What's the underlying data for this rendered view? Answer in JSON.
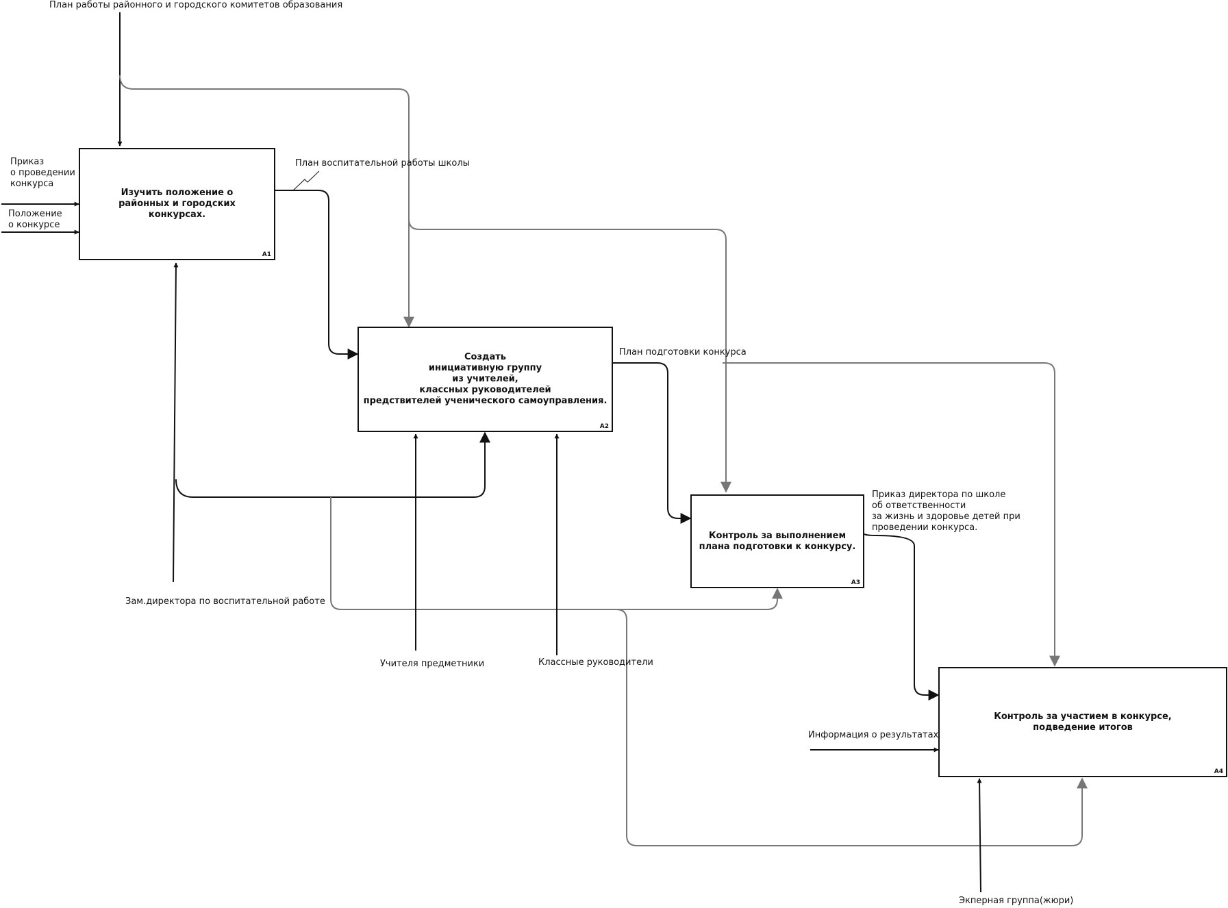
{
  "boxes": [
    {
      "id": "A1",
      "title": "Изучить положение о\nрайонных и городских\nконкурсах.",
      "num": "A1"
    },
    {
      "id": "A2",
      "title": "Создать\nинициативную группу\nиз учителей,\nклассных руководителей\nпредствителей ученического самоуправления.",
      "num": "A2"
    },
    {
      "id": "A3",
      "title": "Контроль за выполнением\nплана подготовки к конкурсу.",
      "num": "A3"
    },
    {
      "id": "A4",
      "title": "Контроль за участием в конкурсе,\nподведение итогов",
      "num": "A4"
    }
  ],
  "labels": {
    "plan_rayon": "План работы районного и городского комитетов образования",
    "prikaz_konkurs": "Приказ\nо проведении\nконкурса",
    "polozhenie": "Положение\nо конкурсе",
    "plan_vospit": "План воспитательной работы школы",
    "plan_podgotovki": "План подготовки конкурса",
    "prikaz_direktora": "Приказ директора по школе\nоб ответственности\nза жизнь и здоровье детей при\nпроведении конкурса.",
    "zam_direktora": "Зам.директора по воспитательной работе",
    "uchitelya": "Учителя предметники",
    "klassnye": "Классные руководители",
    "informatsiya": "Информация о результатах",
    "ekspertnaya": "Экперная группа(жюри)"
  },
  "colors": {
    "primary": "#111111",
    "secondary": "#777777"
  }
}
